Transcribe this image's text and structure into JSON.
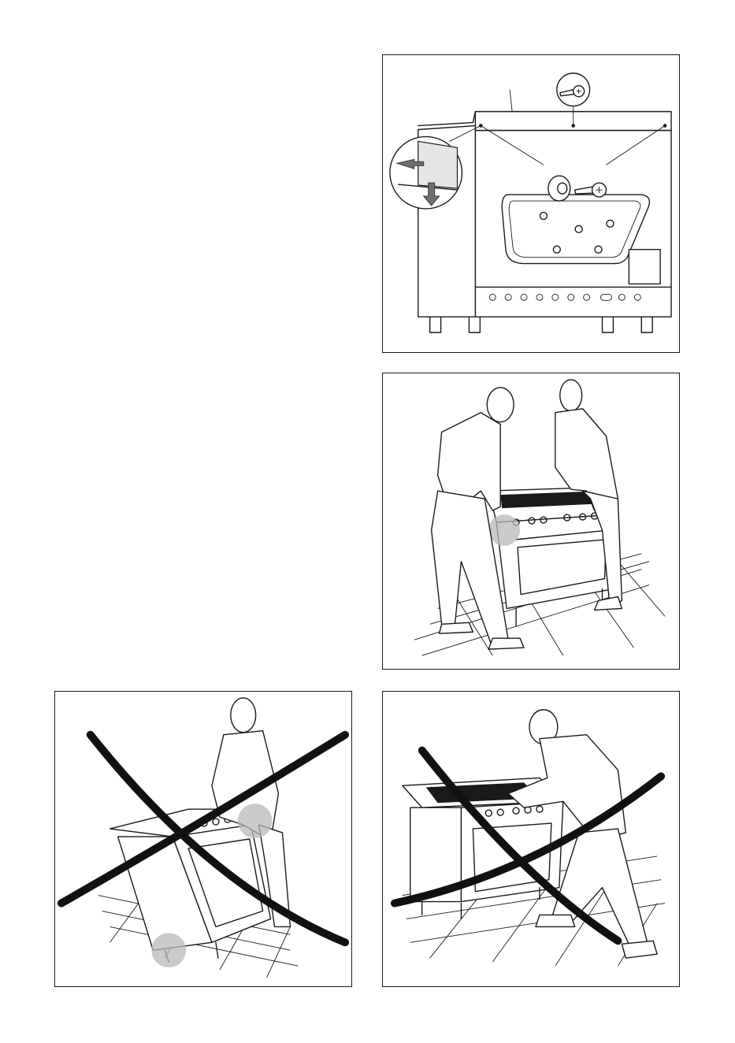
{
  "page": {
    "background": "#ffffff",
    "ink": "#1a1a1a",
    "highlight": "#b8b8b8"
  },
  "figures": [
    {
      "icon": "oven-back-panel-screw-removal-illustration"
    },
    {
      "icon": "two-person-lift-illustration"
    },
    {
      "icon": "tilt-prohibited-illustration"
    },
    {
      "icon": "push-prohibited-illustration"
    }
  ]
}
